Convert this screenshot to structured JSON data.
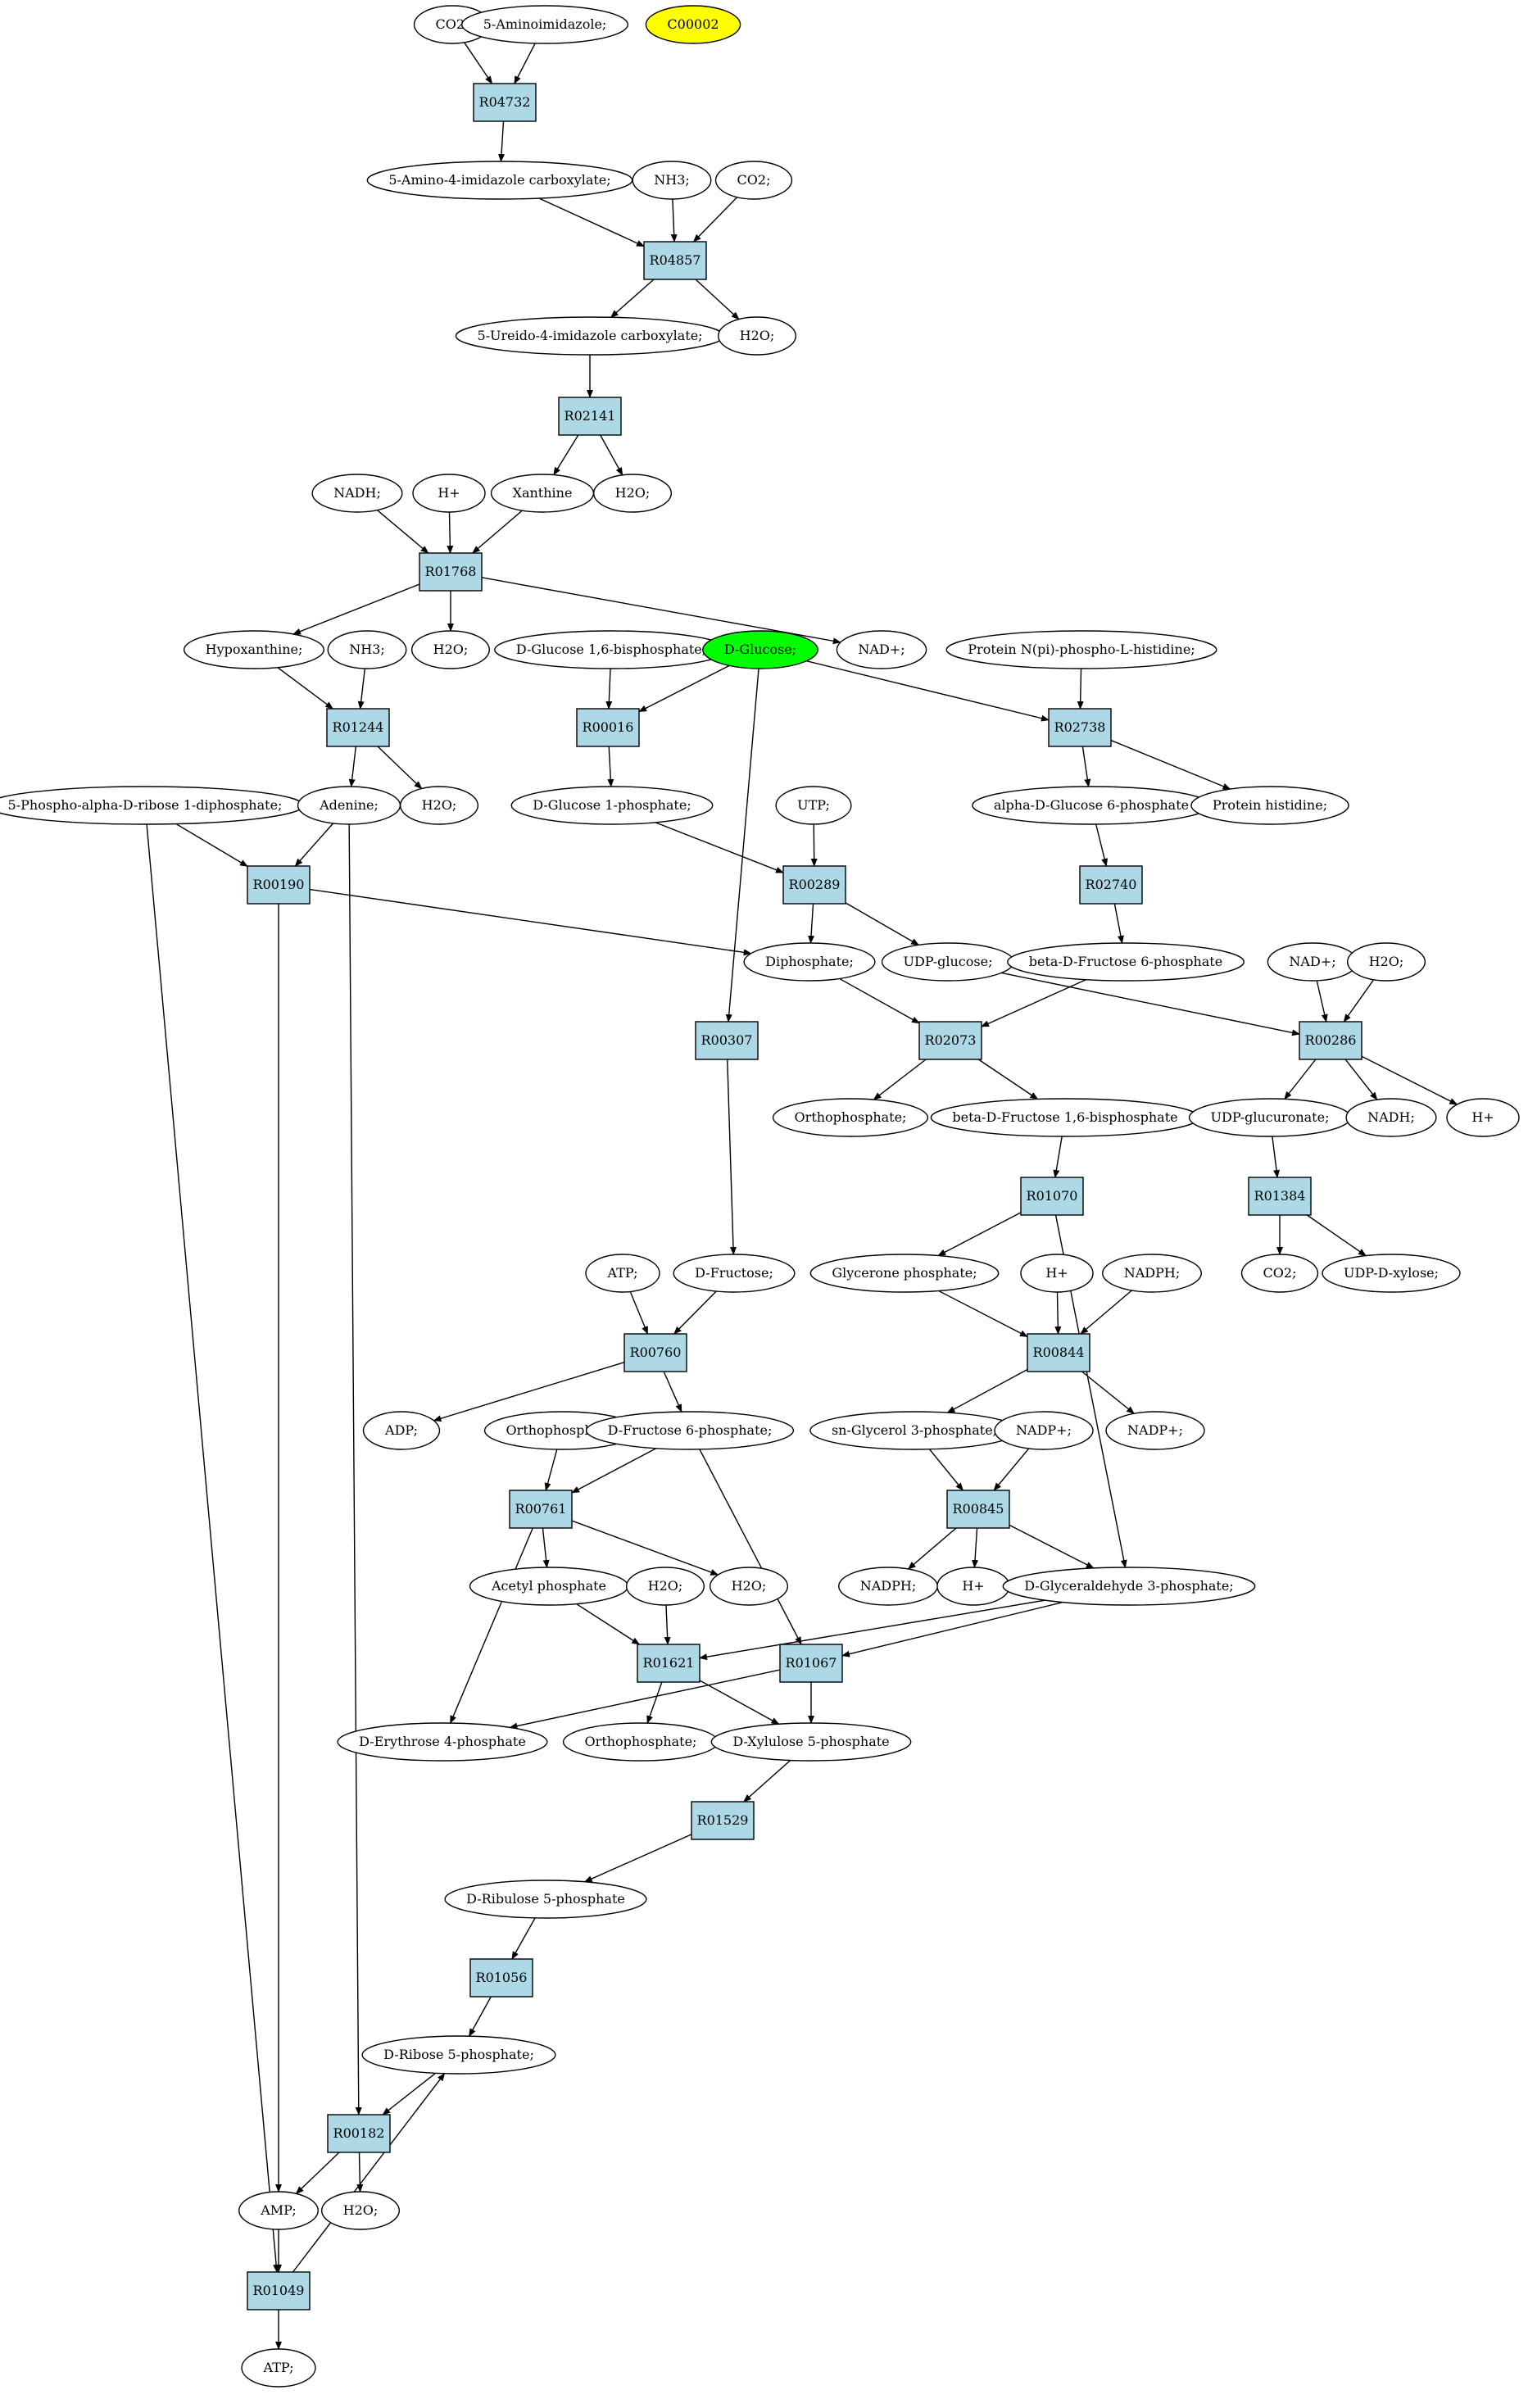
{
  "colors": {
    "reaction_fill": "#add8e6",
    "compound_fill": "#ffffff",
    "query_start_fill": "#00ff00",
    "query_end_fill": "#ffff00",
    "stroke": "#000000"
  },
  "nodes": [
    {
      "id": "co2_a",
      "label": "CO2;",
      "kind": "compound"
    },
    {
      "id": "aminoimid",
      "label": "5-Aminoimidazole;",
      "kind": "compound"
    },
    {
      "id": "c00002",
      "label": "C00002",
      "kind": "end"
    },
    {
      "id": "r04732",
      "label": "R04732",
      "kind": "reaction"
    },
    {
      "id": "aica",
      "label": "5-Amino-4-imidazole carboxylate;",
      "kind": "compound"
    },
    {
      "id": "nh3_a",
      "label": "NH3;",
      "kind": "compound"
    },
    {
      "id": "co2_b",
      "label": "CO2;",
      "kind": "compound"
    },
    {
      "id": "r04857",
      "label": "R04857",
      "kind": "reaction"
    },
    {
      "id": "ureido",
      "label": "5-Ureido-4-imidazole carboxylate;",
      "kind": "compound"
    },
    {
      "id": "h2o_a",
      "label": "H2O;",
      "kind": "compound"
    },
    {
      "id": "r02141",
      "label": "R02141",
      "kind": "reaction"
    },
    {
      "id": "nadh_a",
      "label": "NADH;",
      "kind": "compound"
    },
    {
      "id": "hplus_a",
      "label": "H+",
      "kind": "compound"
    },
    {
      "id": "xanthine",
      "label": "Xanthine",
      "kind": "compound"
    },
    {
      "id": "h2o_b",
      "label": "H2O;",
      "kind": "compound"
    },
    {
      "id": "r01768",
      "label": "R01768",
      "kind": "reaction"
    },
    {
      "id": "hypox",
      "label": "Hypoxanthine;",
      "kind": "compound"
    },
    {
      "id": "nh3_b",
      "label": "NH3;",
      "kind": "compound"
    },
    {
      "id": "h2o_c",
      "label": "H2O;",
      "kind": "compound"
    },
    {
      "id": "nadplus_a",
      "label": "NAD+;",
      "kind": "compound"
    },
    {
      "id": "g16bp",
      "label": "D-Glucose 1,6-bisphosphate;",
      "kind": "compound"
    },
    {
      "id": "dglucose",
      "label": "D-Glucose;",
      "kind": "start"
    },
    {
      "id": "protnpi",
      "label": "Protein N(pi)-phospho-L-histidine;",
      "kind": "compound"
    },
    {
      "id": "r01244",
      "label": "R01244",
      "kind": "reaction"
    },
    {
      "id": "r00016",
      "label": "R00016",
      "kind": "reaction"
    },
    {
      "id": "r02738",
      "label": "R02738",
      "kind": "reaction"
    },
    {
      "id": "prpp",
      "label": "5-Phospho-alpha-D-ribose 1-diphosphate;",
      "kind": "compound"
    },
    {
      "id": "adenine",
      "label": "Adenine;",
      "kind": "compound"
    },
    {
      "id": "h2o_d",
      "label": "H2O;",
      "kind": "compound"
    },
    {
      "id": "g1p",
      "label": "D-Glucose 1-phosphate;",
      "kind": "compound"
    },
    {
      "id": "utp",
      "label": "UTP;",
      "kind": "compound"
    },
    {
      "id": "ag6p",
      "label": "alpha-D-Glucose 6-phosphate",
      "kind": "compound"
    },
    {
      "id": "prothis",
      "label": "Protein histidine;",
      "kind": "compound"
    },
    {
      "id": "r00190",
      "label": "R00190",
      "kind": "reaction"
    },
    {
      "id": "r00289",
      "label": "R00289",
      "kind": "reaction"
    },
    {
      "id": "r02740",
      "label": "R02740",
      "kind": "reaction"
    },
    {
      "id": "diphos",
      "label": "Diphosphate;",
      "kind": "compound"
    },
    {
      "id": "udpglc",
      "label": "UDP-glucose;",
      "kind": "compound"
    },
    {
      "id": "bf6p",
      "label": "beta-D-Fructose 6-phosphate",
      "kind": "compound"
    },
    {
      "id": "nadplus_b",
      "label": "NAD+;",
      "kind": "compound"
    },
    {
      "id": "h2o_e",
      "label": "H2O;",
      "kind": "compound"
    },
    {
      "id": "r00307",
      "label": "R00307",
      "kind": "reaction"
    },
    {
      "id": "r02073",
      "label": "R02073",
      "kind": "reaction"
    },
    {
      "id": "r00286",
      "label": "R00286",
      "kind": "reaction"
    },
    {
      "id": "orthop_a",
      "label": "Orthophosphate;",
      "kind": "compound"
    },
    {
      "id": "bf16bp",
      "label": "beta-D-Fructose 1,6-bisphosphate",
      "kind": "compound"
    },
    {
      "id": "udpglcur",
      "label": "UDP-glucuronate;",
      "kind": "compound"
    },
    {
      "id": "nadh_b",
      "label": "NADH;",
      "kind": "compound"
    },
    {
      "id": "hplus_b",
      "label": "H+",
      "kind": "compound"
    },
    {
      "id": "r01070",
      "label": "R01070",
      "kind": "reaction"
    },
    {
      "id": "r01384",
      "label": "R01384",
      "kind": "reaction"
    },
    {
      "id": "atp_a",
      "label": "ATP;",
      "kind": "compound"
    },
    {
      "id": "dfruc",
      "label": "D-Fructose;",
      "kind": "compound"
    },
    {
      "id": "glyceronep",
      "label": "Glycerone phosphate;",
      "kind": "compound"
    },
    {
      "id": "hplus_c",
      "label": "H+",
      "kind": "compound"
    },
    {
      "id": "nadph_a",
      "label": "NADPH;",
      "kind": "compound"
    },
    {
      "id": "co2_c",
      "label": "CO2;",
      "kind": "compound"
    },
    {
      "id": "udpxyl",
      "label": "UDP-D-xylose;",
      "kind": "compound"
    },
    {
      "id": "r00760",
      "label": "R00760",
      "kind": "reaction"
    },
    {
      "id": "r00844",
      "label": "R00844",
      "kind": "reaction"
    },
    {
      "id": "adp",
      "label": "ADP;",
      "kind": "compound"
    },
    {
      "id": "orthop_b",
      "label": "Orthophosphate;",
      "kind": "compound"
    },
    {
      "id": "df6p",
      "label": "D-Fructose 6-phosphate;",
      "kind": "compound"
    },
    {
      "id": "snglyc",
      "label": "sn-Glycerol 3-phosphate;",
      "kind": "compound"
    },
    {
      "id": "nadpplus_a",
      "label": "NADP+;",
      "kind": "compound"
    },
    {
      "id": "nadpplus_b",
      "label": "NADP+;",
      "kind": "compound"
    },
    {
      "id": "r00761",
      "label": "R00761",
      "kind": "reaction"
    },
    {
      "id": "r00845",
      "label": "R00845",
      "kind": "reaction"
    },
    {
      "id": "acetylp",
      "label": "Acetyl phosphate",
      "kind": "compound"
    },
    {
      "id": "h2o_f",
      "label": "H2O;",
      "kind": "compound"
    },
    {
      "id": "h2o_g",
      "label": "H2O;",
      "kind": "compound"
    },
    {
      "id": "nadph_b",
      "label": "NADPH;",
      "kind": "compound"
    },
    {
      "id": "hplus_d",
      "label": "H+",
      "kind": "compound"
    },
    {
      "id": "dga3p",
      "label": "D-Glyceraldehyde 3-phosphate;",
      "kind": "compound"
    },
    {
      "id": "r01621",
      "label": "R01621",
      "kind": "reaction"
    },
    {
      "id": "r01067",
      "label": "R01067",
      "kind": "reaction"
    },
    {
      "id": "de4p",
      "label": "D-Erythrose 4-phosphate",
      "kind": "compound"
    },
    {
      "id": "orthop_c",
      "label": "Orthophosphate;",
      "kind": "compound"
    },
    {
      "id": "dx5p",
      "label": "D-Xylulose 5-phosphate",
      "kind": "compound"
    },
    {
      "id": "r01529",
      "label": "R01529",
      "kind": "reaction"
    },
    {
      "id": "dru5p",
      "label": "D-Ribulose 5-phosphate",
      "kind": "compound"
    },
    {
      "id": "r01056",
      "label": "R01056",
      "kind": "reaction"
    },
    {
      "id": "dr5p",
      "label": "D-Ribose 5-phosphate;",
      "kind": "compound"
    },
    {
      "id": "r00182",
      "label": "R00182",
      "kind": "reaction"
    },
    {
      "id": "amp",
      "label": "AMP;",
      "kind": "compound"
    },
    {
      "id": "h2o_h",
      "label": "H2O;",
      "kind": "compound"
    },
    {
      "id": "r01049",
      "label": "R01049",
      "kind": "reaction"
    },
    {
      "id": "atp_b",
      "label": "ATP;",
      "kind": "compound"
    }
  ],
  "edges": [
    [
      "co2_a",
      "r04732"
    ],
    [
      "aminoimid",
      "r04732"
    ],
    [
      "r04732",
      "aica"
    ],
    [
      "aica",
      "r04857"
    ],
    [
      "nh3_a",
      "r04857"
    ],
    [
      "co2_b",
      "r04857"
    ],
    [
      "r04857",
      "ureido"
    ],
    [
      "r04857",
      "h2o_a"
    ],
    [
      "ureido",
      "r02141"
    ],
    [
      "r02141",
      "xanthine"
    ],
    [
      "r02141",
      "h2o_b"
    ],
    [
      "nadh_a",
      "r01768"
    ],
    [
      "hplus_a",
      "r01768"
    ],
    [
      "xanthine",
      "r01768"
    ],
    [
      "r01768",
      "hypox"
    ],
    [
      "r01768",
      "h2o_c"
    ],
    [
      "r01768",
      "nadplus_a"
    ],
    [
      "hypox",
      "r01244"
    ],
    [
      "nh3_b",
      "r01244"
    ],
    [
      "r01244",
      "adenine"
    ],
    [
      "r01244",
      "h2o_d"
    ],
    [
      "g16bp",
      "r00016"
    ],
    [
      "dglucose",
      "r00016"
    ],
    [
      "r00016",
      "g1p"
    ],
    [
      "dglucose",
      "r02738"
    ],
    [
      "protnpi",
      "r02738"
    ],
    [
      "r02738",
      "ag6p"
    ],
    [
      "r02738",
      "prothis"
    ],
    [
      "dglucose",
      "r00307"
    ],
    [
      "prpp",
      "r00190"
    ],
    [
      "adenine",
      "r00190"
    ],
    [
      "r00190",
      "diphos"
    ],
    [
      "r00190",
      "amp"
    ],
    [
      "adenine",
      "r00182"
    ],
    [
      "prpp",
      "r01049"
    ],
    [
      "g1p",
      "r00289"
    ],
    [
      "utp",
      "r00289"
    ],
    [
      "r00289",
      "diphos"
    ],
    [
      "r00289",
      "udpglc"
    ],
    [
      "ag6p",
      "r02740"
    ],
    [
      "r02740",
      "bf6p"
    ],
    [
      "diphos",
      "r02073"
    ],
    [
      "bf6p",
      "r02073"
    ],
    [
      "r02073",
      "orthop_a"
    ],
    [
      "r02073",
      "bf16bp"
    ],
    [
      "udpglc",
      "r00286"
    ],
    [
      "nadplus_b",
      "r00286"
    ],
    [
      "h2o_e",
      "r00286"
    ],
    [
      "r00286",
      "udpglcur"
    ],
    [
      "r00286",
      "nadh_b"
    ],
    [
      "r00286",
      "hplus_b"
    ],
    [
      "udpglcur",
      "r01384"
    ],
    [
      "r01384",
      "co2_c"
    ],
    [
      "r01384",
      "udpxyl"
    ],
    [
      "bf16bp",
      "r01070"
    ],
    [
      "r01070",
      "glyceronep"
    ],
    [
      "r01070",
      "dga3p"
    ],
    [
      "r00307",
      "dfruc"
    ],
    [
      "atp_a",
      "r00760"
    ],
    [
      "dfruc",
      "r00760"
    ],
    [
      "r00760",
      "adp"
    ],
    [
      "r00760",
      "df6p"
    ],
    [
      "glyceronep",
      "r00844"
    ],
    [
      "hplus_c",
      "r00844"
    ],
    [
      "nadph_a",
      "r00844"
    ],
    [
      "r00844",
      "snglyc"
    ],
    [
      "r00844",
      "nadpplus_b"
    ],
    [
      "snglyc",
      "r00845"
    ],
    [
      "nadpplus_a",
      "r00845"
    ],
    [
      "r00845",
      "nadph_b"
    ],
    [
      "r00845",
      "hplus_d"
    ],
    [
      "r00845",
      "dga3p"
    ],
    [
      "orthop_b",
      "r00761"
    ],
    [
      "df6p",
      "r00761"
    ],
    [
      "r00761",
      "acetylp"
    ],
    [
      "r00761",
      "h2o_g"
    ],
    [
      "r00761",
      "de4p"
    ],
    [
      "df6p",
      "r01067"
    ],
    [
      "dga3p",
      "r01067"
    ],
    [
      "dga3p",
      "r01621"
    ],
    [
      "acetylp",
      "r01621"
    ],
    [
      "h2o_f",
      "r01621"
    ],
    [
      "r01621",
      "orthop_c"
    ],
    [
      "r01621",
      "dx5p"
    ],
    [
      "r01067",
      "dx5p"
    ],
    [
      "r01067",
      "de4p"
    ],
    [
      "dx5p",
      "r01529"
    ],
    [
      "r01529",
      "dru5p"
    ],
    [
      "dru5p",
      "r01056"
    ],
    [
      "r01056",
      "dr5p"
    ],
    [
      "dr5p",
      "r00182"
    ],
    [
      "r00182",
      "amp"
    ],
    [
      "r00182",
      "h2o_h"
    ],
    [
      "amp",
      "r01049"
    ],
    [
      "r01049",
      "dr5p"
    ],
    [
      "r01049",
      "atp_b"
    ]
  ]
}
